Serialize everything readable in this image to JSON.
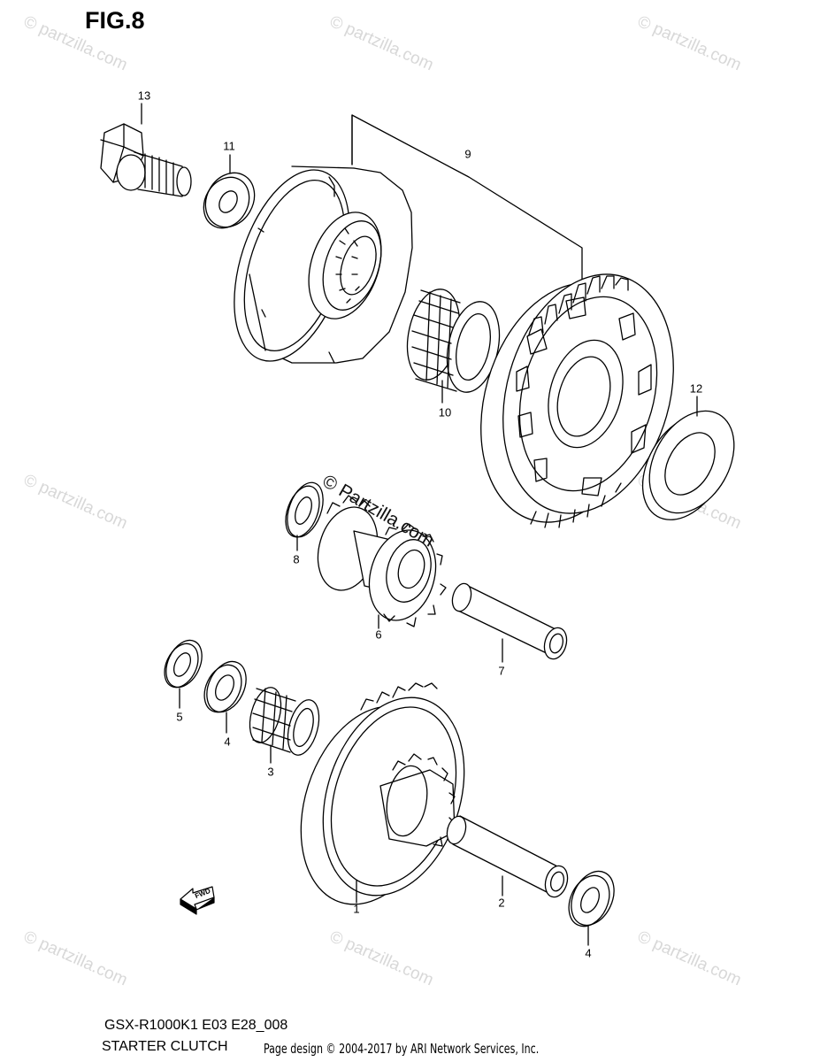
{
  "figure": {
    "label": "FIG.8",
    "model_code": "GSX-R1000K1 E03 E28_008",
    "title": "STARTER CLUTCH",
    "credit": "Page design © 2004-2017 by ARI Network Services, Inc.",
    "fwd_label": "FWD"
  },
  "watermark": {
    "text": "© partzilla.com",
    "center_text": "© Partzilla.com"
  },
  "callouts": {
    "c1": "1",
    "c2": "2",
    "c3": "3",
    "c4a": "4",
    "c4b": "4",
    "c5": "5",
    "c6": "6",
    "c7": "7",
    "c8": "8",
    "c9": "9",
    "c10": "10",
    "c11": "11",
    "c12": "12",
    "c13": "13"
  }
}
